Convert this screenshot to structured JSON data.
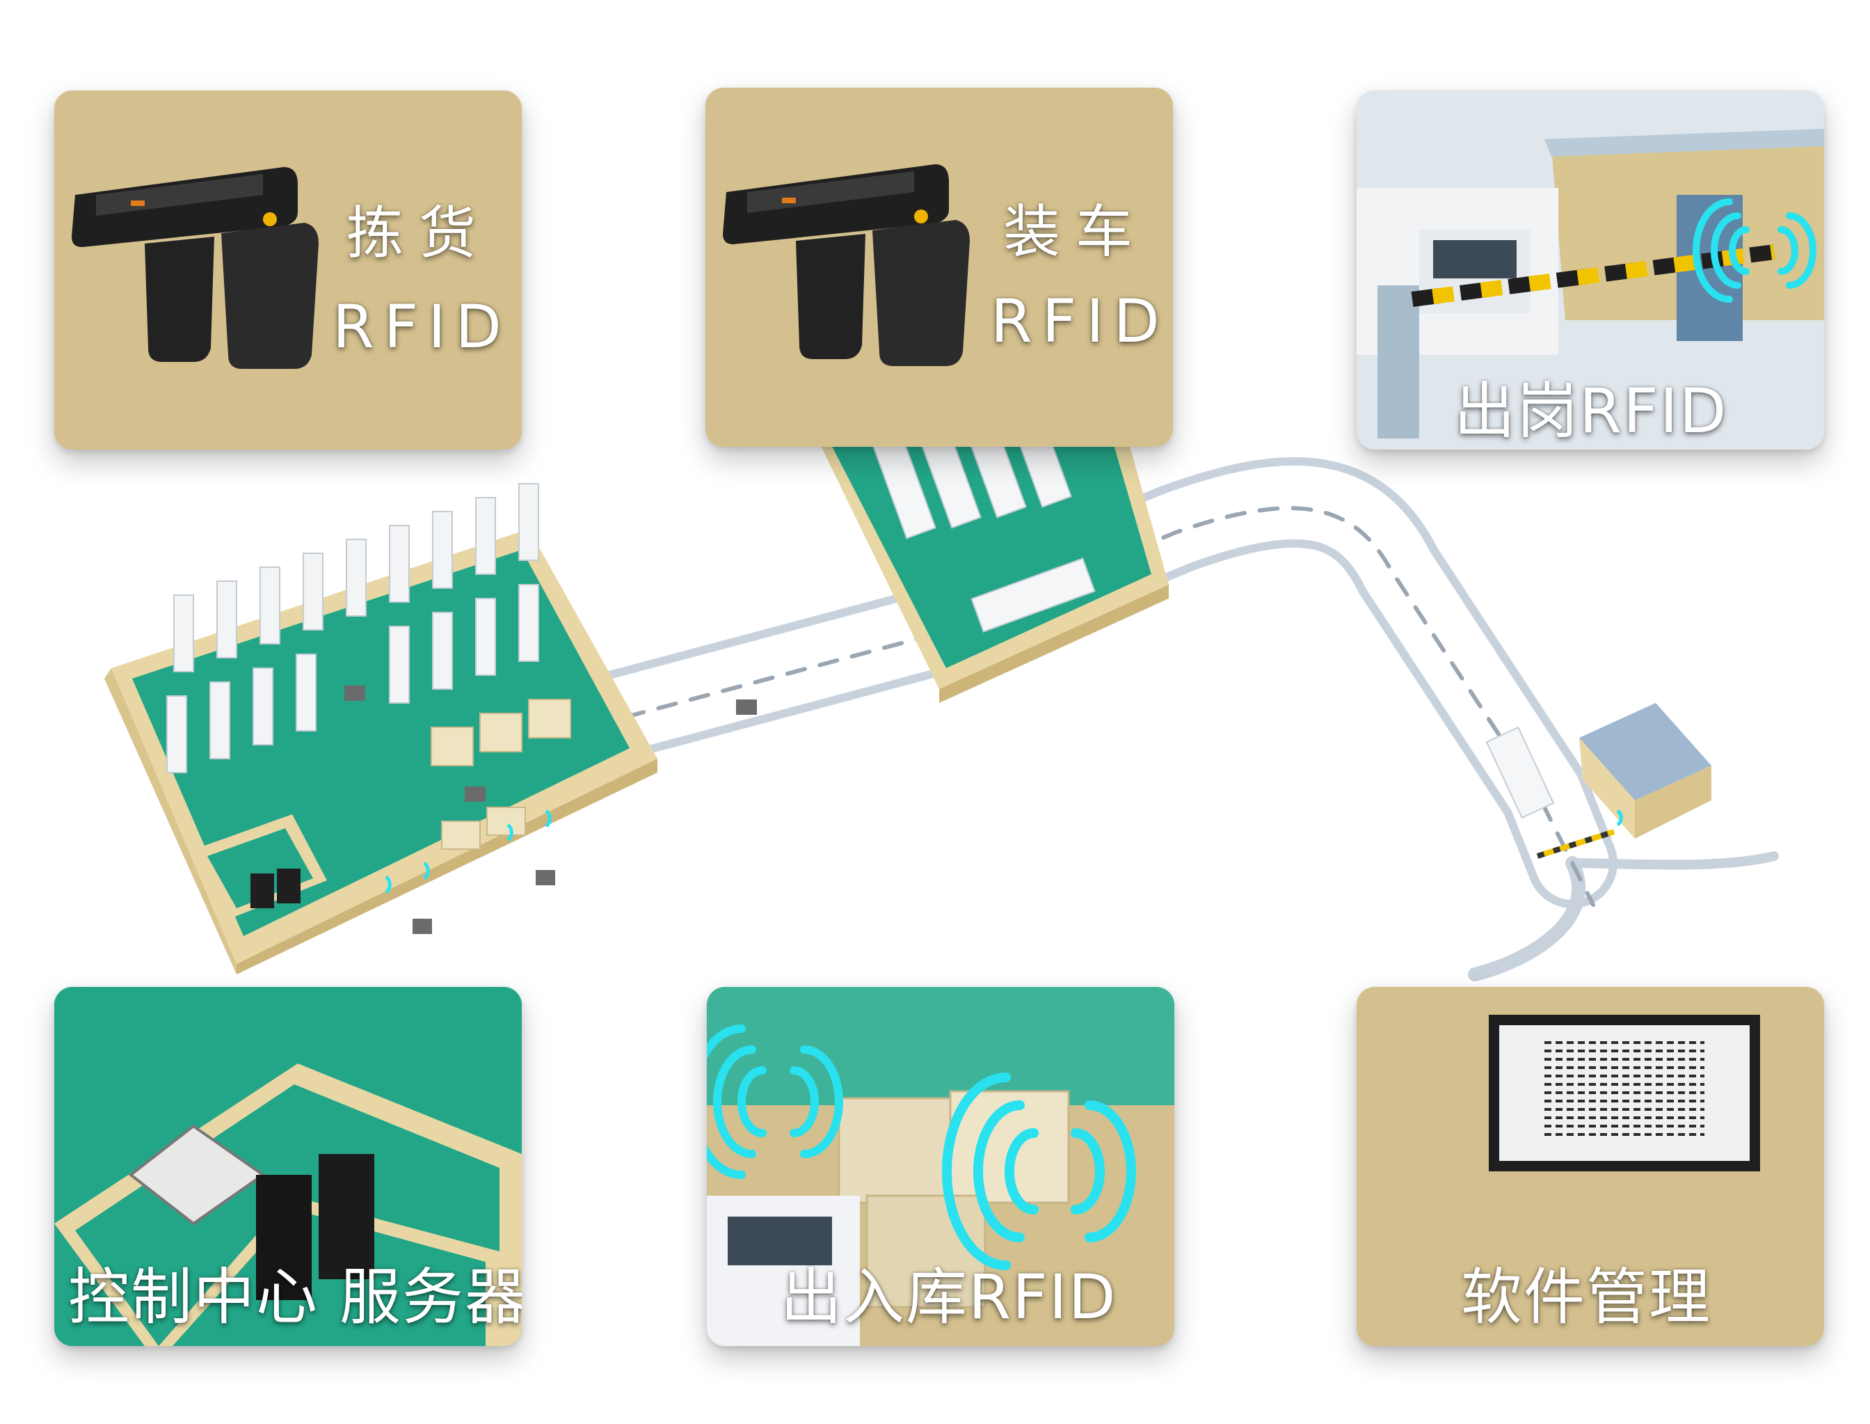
{
  "cards": {
    "picking": {
      "label_cn": "拣货",
      "label_en": "RFID"
    },
    "loading": {
      "label_cn": "装车",
      "label_en": "RFID"
    },
    "gate": {
      "label": "出岗RFID"
    },
    "control": {
      "label": "控制中心 服务器"
    },
    "inout": {
      "label": "出入库RFID"
    },
    "software": {
      "label": "软件管理"
    }
  },
  "colors": {
    "card_tan": "#d4c08e",
    "floor_green": "#23a688",
    "wall_beige": "#e8d7a4",
    "road_gray": "#c9d4de",
    "rfid_cyan": "#29e1ef",
    "device_black": "#1f1f1f"
  }
}
